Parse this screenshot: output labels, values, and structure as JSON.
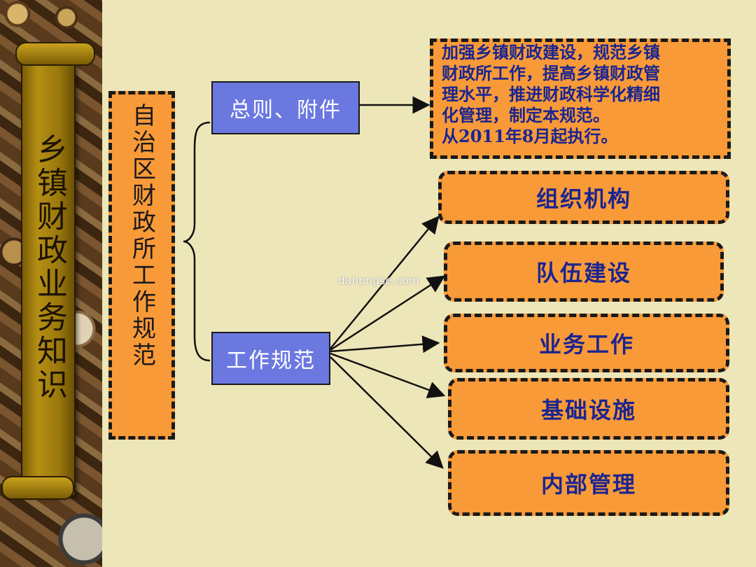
{
  "side_title": "乡镇财政业务知识",
  "main_node": "自治区财政所工作规范",
  "branches": {
    "general": "总则、附件",
    "work": "工作规范"
  },
  "note_lines": [
    "加强乡镇财政建设，规范乡镇",
    "财政所工作，提高乡镇财政管",
    "理水平，推进财政科学化精细",
    "化管理，制定本规范。",
    "从2011年8月起执行。"
  ],
  "items": [
    "组织机构",
    "队伍建设",
    "业务工作",
    "基础设施",
    "内部管理"
  ],
  "watermark": "dahongse.com",
  "colors": {
    "background": "#ede6b8",
    "orange": "#f99a38",
    "blue_box": "#6b78e0",
    "text_navy": "#1a2590"
  }
}
